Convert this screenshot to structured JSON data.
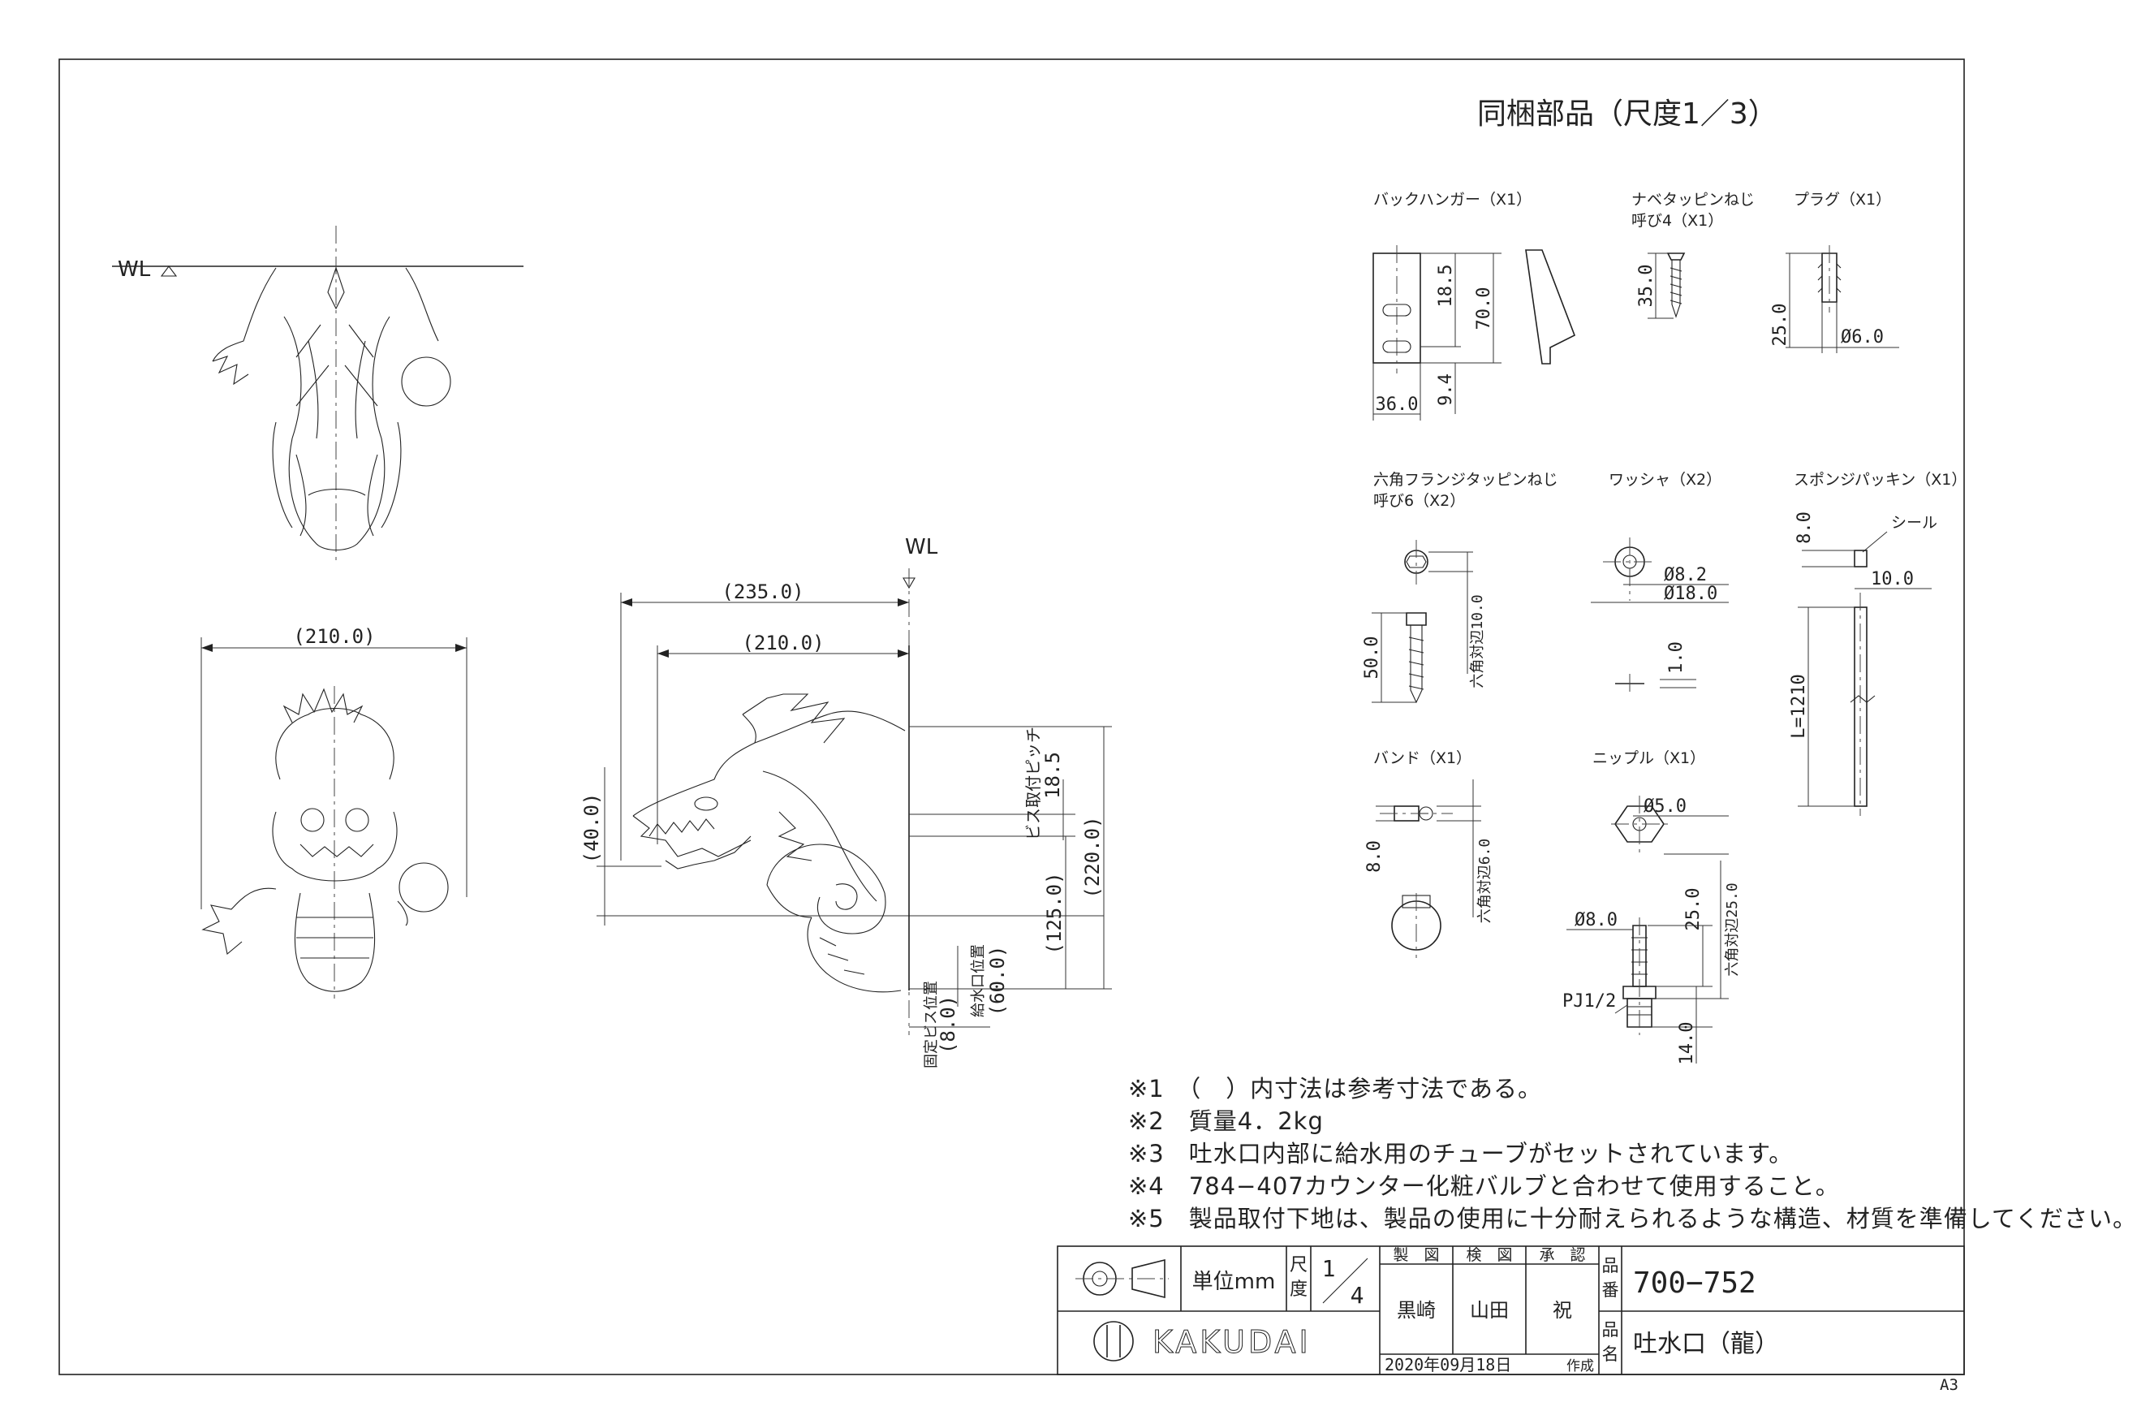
{
  "drawing": {
    "section_title": "同梱部品（尺度1／3）",
    "wl_label": "WL",
    "parts": {
      "back_hanger": {
        "label": "バックハンガー（X1）",
        "d_height_top": "18.5",
        "d_height": "70.0",
        "d_bottom": "9.4",
        "d_width": "36.0"
      },
      "pan_screw": {
        "label": "ナベタッピンねじ",
        "sub": "呼び4（X1）",
        "d_len": "35.0"
      },
      "plug": {
        "label": "プラグ（X1）",
        "d_len": "25.0",
        "d_dia": "Ø6.0"
      },
      "hex_screw": {
        "label": "六角フランジタッピンねじ",
        "sub": "呼び6（X2）",
        "d_len": "50.0",
        "d_hex": "六角対辺10.0"
      },
      "washer": {
        "label": "ワッシャ（X2）",
        "d_inner": "Ø8.2",
        "d_outer": "Ø18.0",
        "d_thick": "1.0"
      },
      "sponge": {
        "label": "スポンジパッキン（X1）",
        "seal": "シール",
        "d_top": "8.0",
        "d_width": "10.0",
        "d_len": "L=1210"
      },
      "band": {
        "label": "バンド（X1）",
        "d_w": "8.0",
        "d_hex": "六角対辺6.0"
      },
      "nipple": {
        "label": "ニップル（X1）",
        "d_inner": "Ø5.0",
        "d_tube": "Ø8.0",
        "d_len": "25.0",
        "d_hex": "六角対辺25.0",
        "d_thread": "14.0",
        "thread": "PJ1/2"
      }
    },
    "front_view": {
      "width": "(210.0)"
    },
    "side_view": {
      "overall": "(235.0)",
      "depth": "(210.0)",
      "mouth": "(40.0)",
      "pitch_label": "ビス取付ピッチ",
      "pitch": "18.5",
      "h125": "(125.0)",
      "h220": "(220.0)",
      "inlet_label": "給水口位置",
      "inlet": "(60.0)",
      "fix_label": "固定ビス位置",
      "fix": "(8.0)"
    }
  },
  "notes": [
    "※1　（　）内寸法は参考寸法である。",
    "※2　質量4．2kg",
    "※3　吐水口内部に給水用のチューブがセットされています。",
    "※4　784−407カウンター化粧バルブと合わせて使用すること。",
    "※5　製品取付下地は、製品の使用に十分耐えられるような構造、材質を準備してください。"
  ],
  "title_block": {
    "unit": "単位mm",
    "scale_label_1": "尺",
    "scale_label_2": "度",
    "scale_num": "1",
    "scale_den": "4",
    "h_drawn": "製　図",
    "h_checked": "検　図",
    "h_approved": "承　認",
    "drawn_by": "黒崎",
    "checked_by": "山田",
    "approved_by": "祝",
    "no_label_1": "品",
    "no_label_2": "番",
    "part_number": "700−752",
    "name_label_1": "品",
    "name_label_2": "名",
    "part_name": "吐水口（龍）",
    "date": "2020年09月18日",
    "created": "作成",
    "brand": "KAKUDAI"
  },
  "sheet_size": "A3"
}
